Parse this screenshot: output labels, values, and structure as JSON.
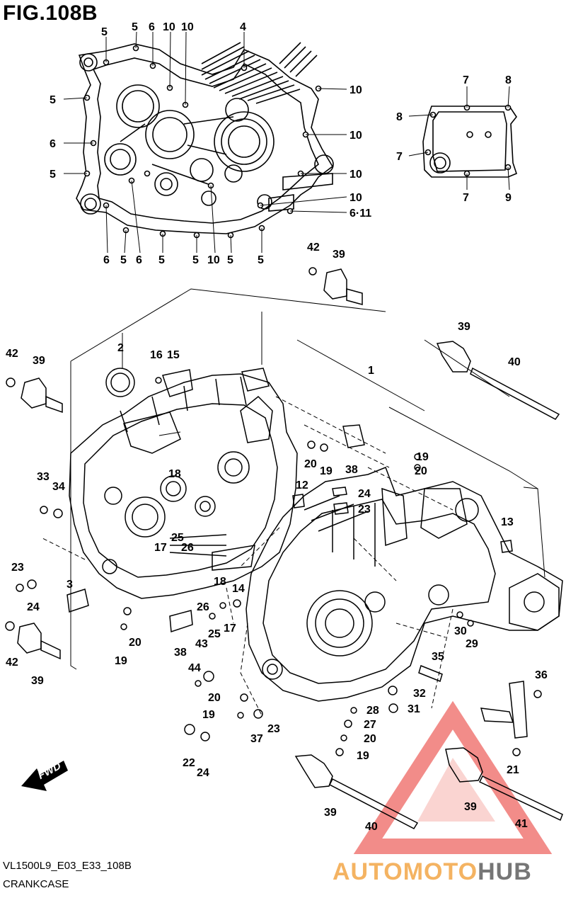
{
  "header": {
    "title": "FIG.108B"
  },
  "footer": {
    "model_code": "VL1500L9_E03_E33_108B",
    "part_name": "CRANKCASE"
  },
  "fwd_arrow": {
    "label": "FWD"
  },
  "watermark": {
    "brand_left": "AUTO",
    "brand_mid": "MOTO",
    "brand_right": "HUB",
    "accent_color": "#e8302a",
    "mid_color": "#f2a13b",
    "dark_color": "#555555"
  },
  "callouts": {
    "inset_left": [
      "5",
      "5",
      "6",
      "10",
      "10",
      "4",
      "10",
      "5",
      "6",
      "10",
      "5",
      "10",
      "10",
      "6·11",
      "6",
      "5",
      "6",
      "5",
      "5",
      "10",
      "5",
      "5"
    ],
    "inset_right": [
      "7",
      "8",
      "8",
      "7",
      "7",
      "9"
    ],
    "main": [
      "42",
      "39",
      "39",
      "40",
      "2",
      "16",
      "15",
      "1",
      "42",
      "39",
      "20",
      "19",
      "38",
      "19",
      "20",
      "33",
      "34",
      "18",
      "12",
      "24",
      "23",
      "13",
      "17",
      "25",
      "26",
      "3",
      "23",
      "24",
      "18",
      "14",
      "26",
      "25",
      "17",
      "42",
      "39",
      "20",
      "19",
      "38",
      "43",
      "44",
      "20",
      "19",
      "35",
      "30",
      "29",
      "32",
      "31",
      "28",
      "27",
      "20",
      "19",
      "36",
      "21",
      "22",
      "24",
      "23",
      "37",
      "39",
      "40",
      "39",
      "41"
    ]
  }
}
